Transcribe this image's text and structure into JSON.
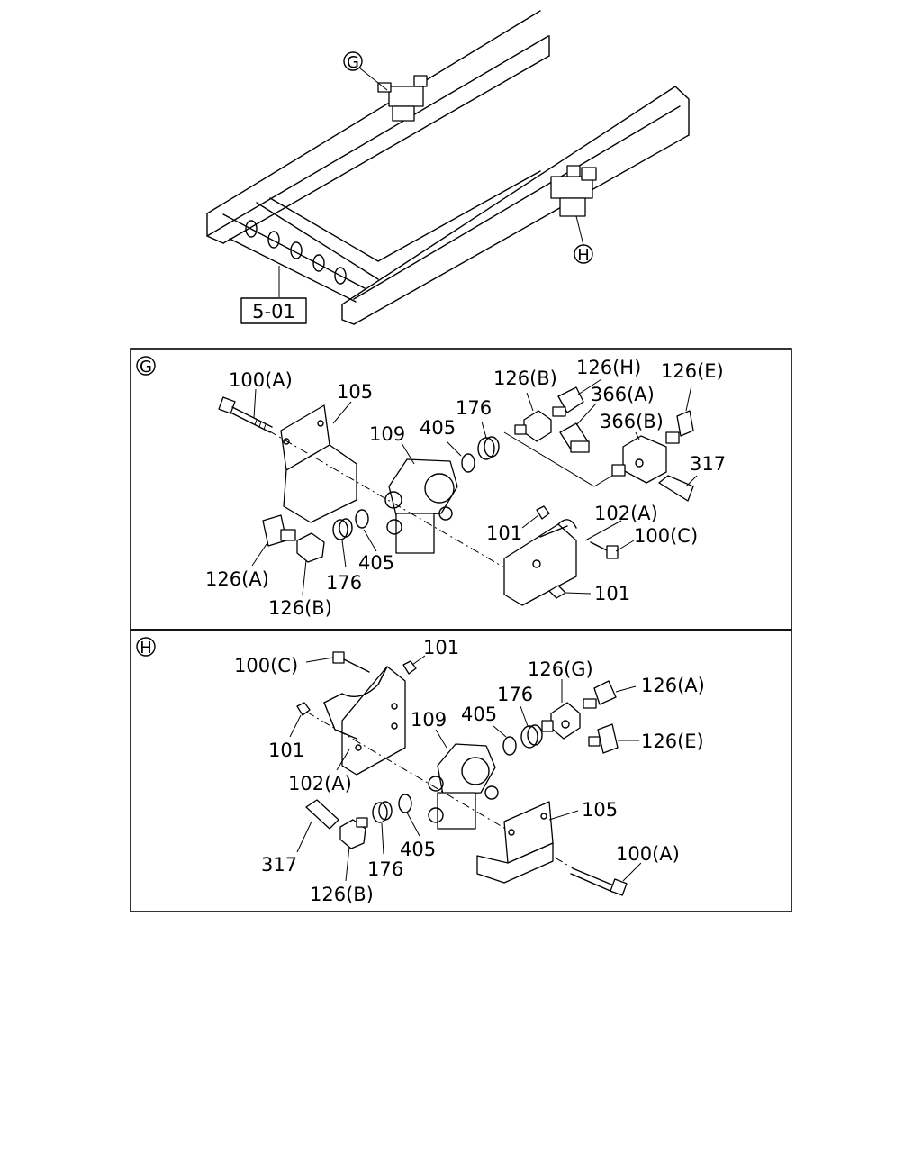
{
  "overview": {
    "callout_g": "G",
    "callout_h": "H",
    "ref_box": "5-01"
  },
  "panel_g": {
    "id": "G",
    "labels": {
      "bolt_100a": "100(A)",
      "bracket_105": "105",
      "valve_109": "109",
      "oring_405_top": "405",
      "seal_176_top": "176",
      "fitting_126b_top": "126(B)",
      "fitting_126h": "126(H)",
      "fitting_366a": "366(A)",
      "fitting_126e": "126(E)",
      "fitting_366b": "366(B)",
      "fitting_317": "317",
      "nut_101_top": "101",
      "bracket_102a": "102(A)",
      "bolt_100c": "100(C)",
      "nut_101_bottom": "101",
      "elbow_126a": "126(A)",
      "seal_176_bottom": "176",
      "oring_405_bottom": "405",
      "fitting_126b_bottom": "126(B)"
    }
  },
  "panel_h": {
    "id": "H",
    "labels": {
      "bolt_100c": "100(C)",
      "nut_101_top": "101",
      "fitting_126g": "126(G)",
      "fitting_126a": "126(A)",
      "seal_176_top": "176",
      "oring_405_top": "405",
      "valve_109": "109",
      "fitting_126e": "126(E)",
      "nut_101_left": "101",
      "bracket_102a": "102(A)",
      "bracket_105": "105",
      "bolt_100a": "100(A)",
      "fitting_317": "317",
      "fitting_126b": "126(B)",
      "seal_176_bottom": "176",
      "oring_405_bottom": "405"
    }
  }
}
